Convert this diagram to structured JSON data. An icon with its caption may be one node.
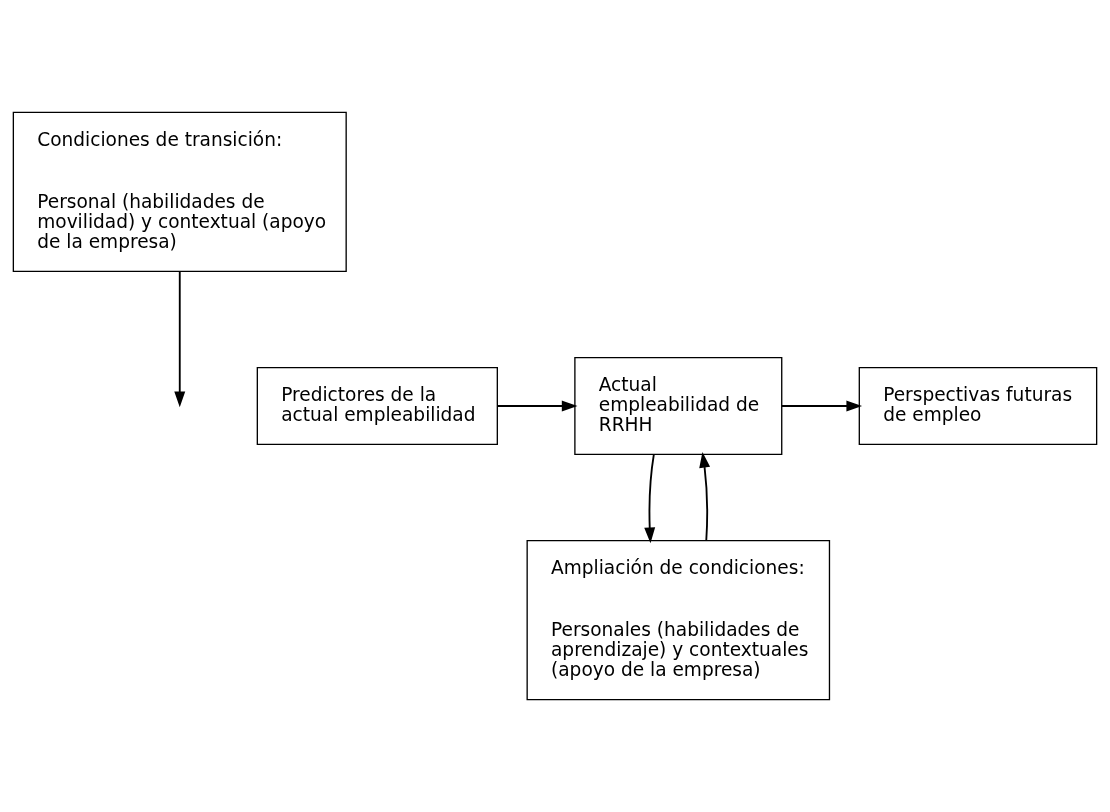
{
  "diagram": {
    "nodes": [
      {
        "text": [
          "Condiciones de transición:",
          "Personal (habilidades de movilidad) y contextual (apoyo de la empresa)"
        ]
      },
      {
        "text": [
          "Predictores de la actual empleabilidad"
        ]
      },
      {
        "text": [
          "Actual empleabilidad de RRHH"
        ]
      },
      {
        "text": [
          "Perspectivas futuras de empleo"
        ]
      },
      {
        "text": [
          "Ampliación de condiciones:",
          "Personales (habilidades de aprendizaje) y contextuales (apoyo de la empresa)"
        ]
      }
    ],
    "edges": [
      {
        "from": 1,
        "to": 2,
        "arrow": "to"
      },
      {
        "from": 2,
        "to": 3,
        "arrow": "to"
      },
      {
        "from": 0,
        "to": null,
        "arrow": "to"
      },
      {
        "from": 4,
        "to": 2,
        "arrow": "to"
      },
      {
        "from": 2,
        "to": 4,
        "arrow": "to"
      }
    ]
  }
}
